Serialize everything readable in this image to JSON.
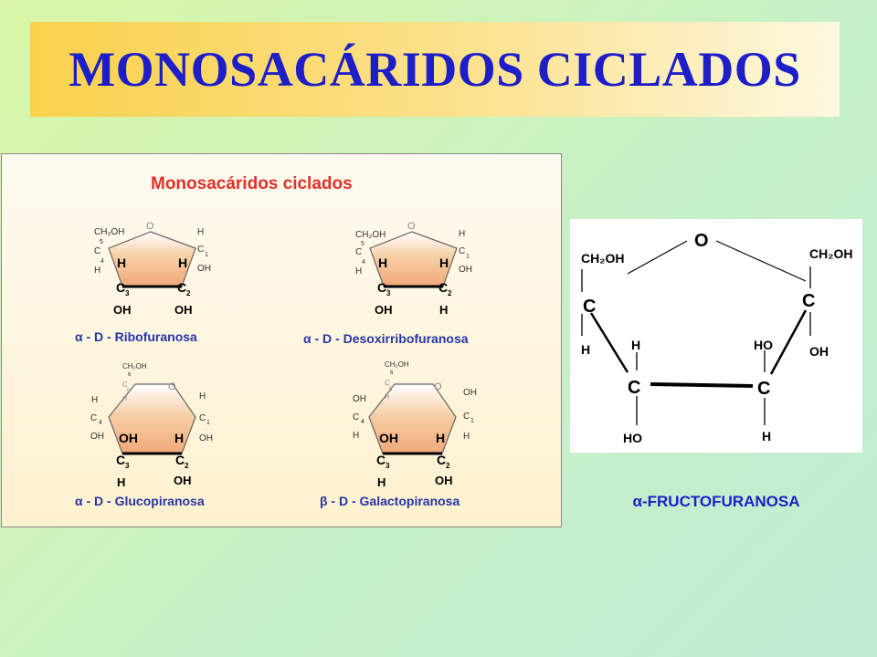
{
  "title": "MONOSACÁRIDOS CICLADOS",
  "panel": {
    "heading": "Monosacáridos ciclados",
    "structures": [
      {
        "caption": "α - D - Ribofuranosa",
        "ring_o": "O",
        "top_left": "CH₂OH",
        "c5": "5",
        "c4_label": "C",
        "c4_num": "4",
        "c4_h": "H",
        "c1_h": "H",
        "c1_label": "C",
        "c1_num": "1",
        "c1_oh": "OH",
        "c3_h": "H",
        "c2_h": "H",
        "c3_label": "C",
        "c3_num": "3",
        "c2_label": "C",
        "c2_num": "2",
        "c3_bottom": "OH",
        "c2_bottom": "OH"
      },
      {
        "caption": "α - D - Desoxirribofuranosa",
        "ring_o": "O",
        "top_left": "CH₂OH",
        "c5": "5",
        "c4_label": "C",
        "c4_num": "4",
        "c4_h": "H",
        "c1_h": "H",
        "c1_label": "C",
        "c1_num": "1",
        "c1_oh": "OH",
        "c3_h": "H",
        "c2_h": "H",
        "c3_label": "C",
        "c3_num": "3",
        "c2_label": "C",
        "c2_num": "2",
        "c3_bottom": "OH",
        "c2_bottom": "H"
      },
      {
        "caption": "α - D - Glucopiranosa",
        "ring_o": "O",
        "top": "CH₂OH",
        "c6": "6",
        "c5_label": "C",
        "c5_num": "5",
        "c5_h": "H",
        "c4_h": "H",
        "c4_label": "C",
        "c4_num": "4",
        "c4_oh": "OH",
        "c1_h": "H",
        "c1_label": "C",
        "c1_num": "1",
        "c1_oh": "OH",
        "c3_oh": "OH",
        "c2_h": "H",
        "c3_label": "C",
        "c3_num": "3",
        "c2_label": "C",
        "c2_num": "2",
        "c3_bottom": "H",
        "c2_bottom": "OH"
      },
      {
        "caption": "β - D - Galactopiranosa",
        "ring_o": "O",
        "top": "CH₂OH",
        "c6": "6",
        "c5_label": "C",
        "c5_num": "5",
        "c5_h": "H",
        "c4_h": "OH",
        "c4_label": "C",
        "c4_num": "4",
        "c4_oh": "H",
        "c1_h": "OH",
        "c1_label": "C",
        "c1_num": "1",
        "c1_oh": "H",
        "c3_oh": "OH",
        "c2_h": "H",
        "c3_label": "C",
        "c3_num": "3",
        "c2_label": "C",
        "c2_num": "2",
        "c3_bottom": "H",
        "c2_bottom": "OH"
      }
    ]
  },
  "fructose": {
    "ring_o": "O",
    "left_top": "CH₂OH",
    "right_top": "CH₂OH",
    "left_c": "C",
    "right_c": "C",
    "left_c_bottom": "H",
    "right_c_bottom": "OH",
    "c3_top": "H",
    "c3": "C",
    "c3_bottom": "HO",
    "c4_top": "HO",
    "c4": "C",
    "c4_bottom": "H",
    "caption": "α-FRUCTOFURANOSA"
  },
  "colors": {
    "title": "#1e1ec8",
    "heading": "#e0312a",
    "caption": "#2535a5",
    "ring_fill": "#f3b784"
  }
}
